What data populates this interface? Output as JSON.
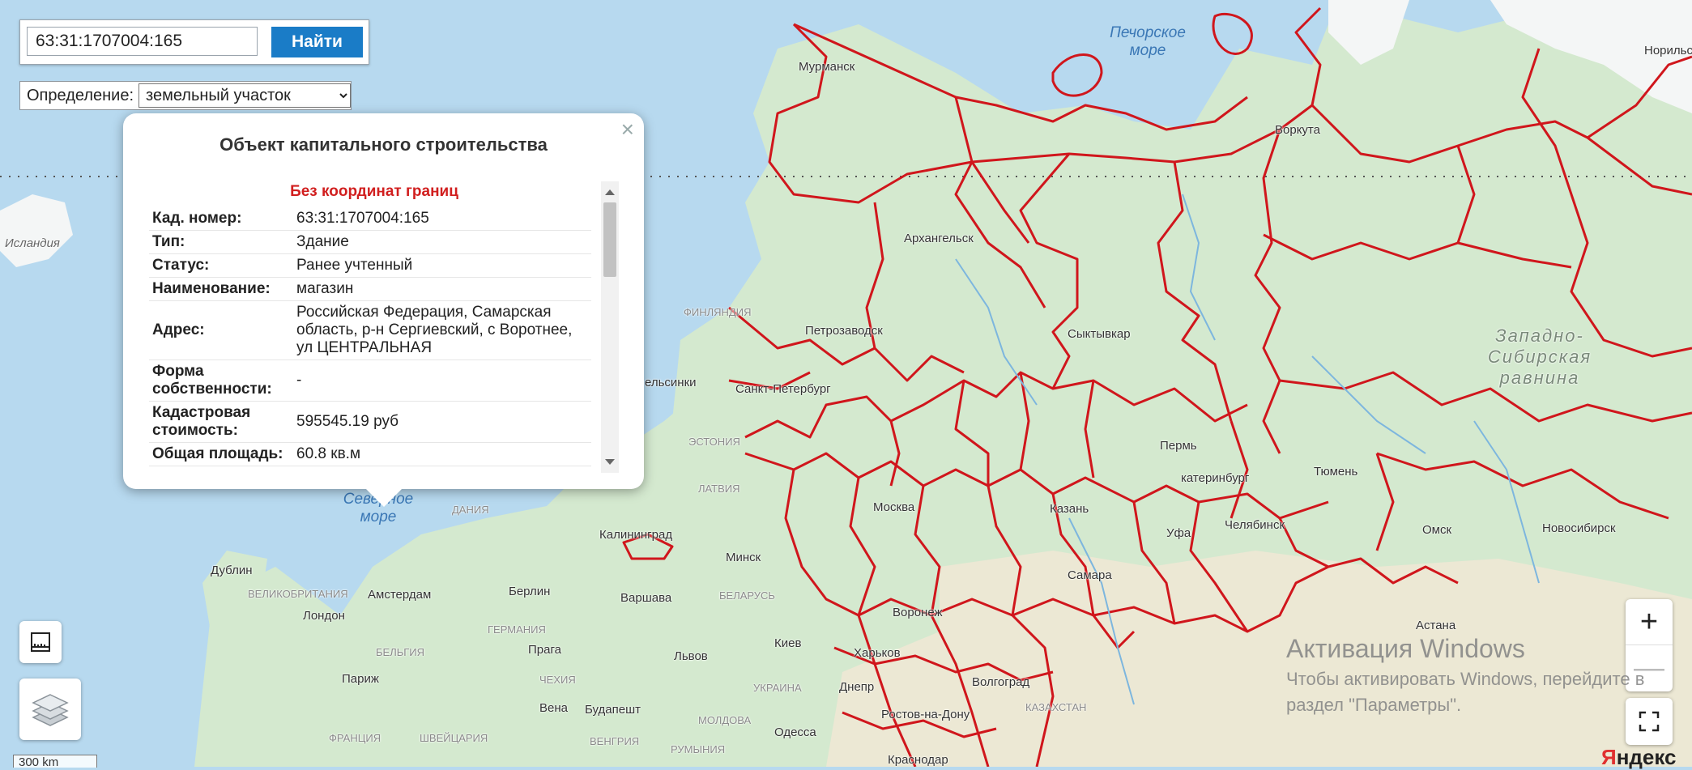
{
  "search": {
    "value": "63:31:1707004:165",
    "button_label": "Найти"
  },
  "definition": {
    "label": "Определение:",
    "selected": "земельный участок"
  },
  "popup": {
    "title": "Объект капитального строительства",
    "warning": "Без координат границ",
    "close_symbol": "×",
    "rows": [
      {
        "key": "Кад. номер:",
        "value": "63:31:1707004:165"
      },
      {
        "key": "Тип:",
        "value": "Здание"
      },
      {
        "key": "Статус:",
        "value": "Ранее учтенный"
      },
      {
        "key": "Наименование:",
        "value": "магазин"
      },
      {
        "key": "Адрес:",
        "value": "Российская Федерация, Самарская область, р-н Сергиевский, с Воротнее, ул ЦЕНТРАЛЬНАЯ"
      },
      {
        "key": "Форма собственности:",
        "value": "-"
      },
      {
        "key": "Кадастровая стоимость:",
        "value": "595545.19 руб"
      },
      {
        "key": "Общая площадь:",
        "value": "60.8 кв.м"
      }
    ]
  },
  "map": {
    "labels": {
      "murmansk": "Мурманск",
      "pechora_sea": "Печорское море",
      "vorkuta": "Воркута",
      "norilsk": "Норильс",
      "iceland": "Исландия",
      "arkhangelsk": "Архангельск",
      "finland": "ФИНЛЯНДИЯ",
      "petrozavodsk": "Петрозаводск",
      "syktyvkar": "Сыктывкар",
      "west_siberian": "Западно-Сибирская равнина",
      "helsinki": "ельсинки",
      "spb": "Санкт-Петербург",
      "estonia": "ЭСТОНИЯ",
      "perm": "Пермь",
      "yekaterinburg": "катеринбург",
      "tyumen": "Тюмень",
      "latvia": "ЛАТВИЯ",
      "north_sea": "Северное море",
      "denmark": "ДАНИЯ",
      "moscow": "Москва",
      "kazan": "Казань",
      "kaliningrad": "Калининград",
      "ufa": "Уфа",
      "chelyabinsk": "Челябинск",
      "omsk": "Омск",
      "novosibirsk": "Новосибирск",
      "minsk": "Минск",
      "dublin": "Дублин",
      "great_britain": "ВЕЛИКОБРИТАНИЯ",
      "amsterdam": "Амстердам",
      "berlin": "Берлин",
      "warsaw": "Варшава",
      "belarus": "БЕЛАРУСЬ",
      "samara": "Самара",
      "london": "Лондон",
      "germany": "ГЕРМАНИЯ",
      "voronezh": "Воронеж",
      "astana": "Астана",
      "belgium": "БЕЛЬГИЯ",
      "prague": "Прага",
      "lviv": "Львов",
      "kyiv": "Киев",
      "kharkiv": "Харьков",
      "paris": "Париж",
      "czechia": "ЧЕХИЯ",
      "ukraine": "УКРАИНА",
      "dnipro": "Днепр",
      "volgograd": "Волгоград",
      "vienna": "Вена",
      "budapest": "Будапешт",
      "moldova": "МОЛДОВА",
      "rostov": "Ростов-на-Дону",
      "kazakhstan": "КАЗАХСТАН",
      "france": "ФРАНЦИЯ",
      "switzerland": "ШВЕЙЦАРИЯ",
      "hungary": "ВЕНГРИЯ",
      "romania": "РУМЫНИЯ",
      "odesa": "Одесса",
      "krasnodar": "Краснодар"
    },
    "scale": "300 km",
    "logo": {
      "y": "Я",
      "rest": "ндекс"
    }
  },
  "watermark": {
    "title": "Активация Windows",
    "line1": "Чтобы активировать Windows, перейдите в",
    "line2": "раздел \"Параметры\"."
  },
  "colors": {
    "border": "#d0161c",
    "water": "#b7d9ef",
    "land": "#d6ead1",
    "button": "#1a7cc7"
  }
}
